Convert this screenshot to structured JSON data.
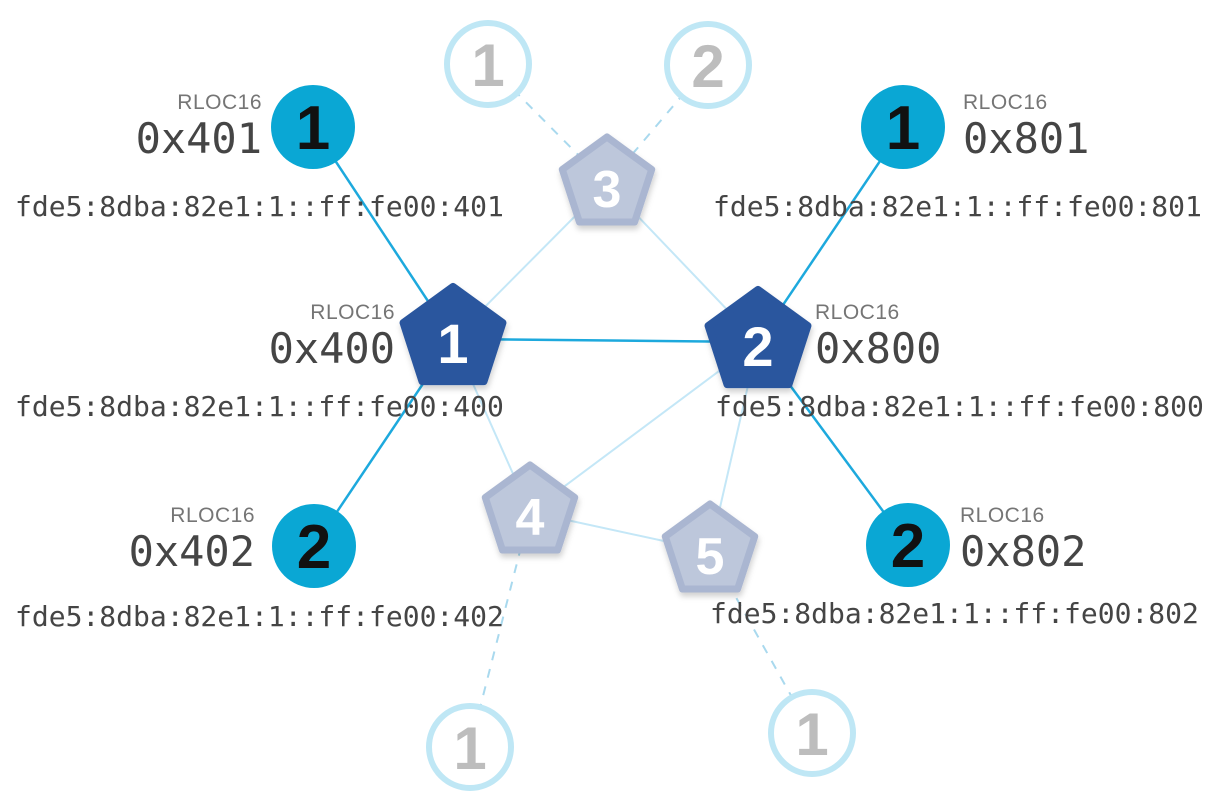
{
  "diagram": {
    "type": "thread-network-topology",
    "nodes": {
      "router1": {
        "role": "router",
        "state": "active",
        "number": "1",
        "rloc_heading": "RLOC16",
        "rloc16": "0x400",
        "ipv6": "fde5:8dba:82e1:1::ff:fe00:400"
      },
      "router2": {
        "role": "router",
        "state": "active",
        "number": "2",
        "rloc_heading": "RLOC16",
        "rloc16": "0x800",
        "ipv6": "fde5:8dba:82e1:1::ff:fe00:800"
      },
      "router3": {
        "role": "router",
        "state": "inactive",
        "number": "3"
      },
      "router4": {
        "role": "router",
        "state": "inactive",
        "number": "4"
      },
      "router5": {
        "role": "router",
        "state": "inactive",
        "number": "5"
      },
      "child401": {
        "role": "child",
        "state": "active",
        "number": "1",
        "rloc_heading": "RLOC16",
        "rloc16": "0x401",
        "ipv6": "fde5:8dba:82e1:1::ff:fe00:401"
      },
      "child402": {
        "role": "child",
        "state": "active",
        "number": "2",
        "rloc_heading": "RLOC16",
        "rloc16": "0x402",
        "ipv6": "fde5:8dba:82e1:1::ff:fe00:402"
      },
      "child801": {
        "role": "child",
        "state": "active",
        "number": "1",
        "rloc_heading": "RLOC16",
        "rloc16": "0x801",
        "ipv6": "fde5:8dba:82e1:1::ff:fe00:801"
      },
      "child802": {
        "role": "child",
        "state": "active",
        "number": "2",
        "rloc_heading": "RLOC16",
        "rloc16": "0x802",
        "ipv6": "fde5:8dba:82e1:1::ff:fe00:802"
      },
      "ghostTop1": {
        "role": "child",
        "state": "inactive",
        "number": "1"
      },
      "ghostTop2": {
        "role": "child",
        "state": "inactive",
        "number": "2"
      },
      "ghostBottom1": {
        "role": "child",
        "state": "inactive",
        "number": "1"
      },
      "ghostBottom2": {
        "role": "child",
        "state": "inactive",
        "number": "1"
      }
    },
    "links": {
      "active": [
        [
          "child401",
          "router1"
        ],
        [
          "child402",
          "router1"
        ],
        [
          "router1",
          "router2"
        ],
        [
          "child801",
          "router2"
        ],
        [
          "child802",
          "router2"
        ]
      ],
      "mesh": [
        [
          "router1",
          "router3"
        ],
        [
          "router2",
          "router3"
        ],
        [
          "router1",
          "router4"
        ],
        [
          "router2",
          "router4"
        ],
        [
          "router2",
          "router5"
        ],
        [
          "router4",
          "router5"
        ]
      ],
      "dashed": [
        [
          "ghostTop1",
          "router3"
        ],
        [
          "ghostTop2",
          "router3"
        ],
        [
          "router4",
          "ghostBottom1"
        ],
        [
          "router5",
          "ghostBottom2"
        ]
      ]
    },
    "colors": {
      "child_active_fill": "#0aa7d4",
      "router_active_fill": "#2a569e",
      "inactive_node_fill": "#bdc7db",
      "inactive_node_border": "#aab6d1",
      "ghost_circle_border": "#bfe7f5",
      "ghost_number": "#bdbdbd",
      "active_link": "#1da9dd",
      "mesh_link": "#c4e7f7",
      "dashed_link": "#a9d9ee",
      "heading_text": "#757575",
      "value_text": "#454545"
    }
  }
}
